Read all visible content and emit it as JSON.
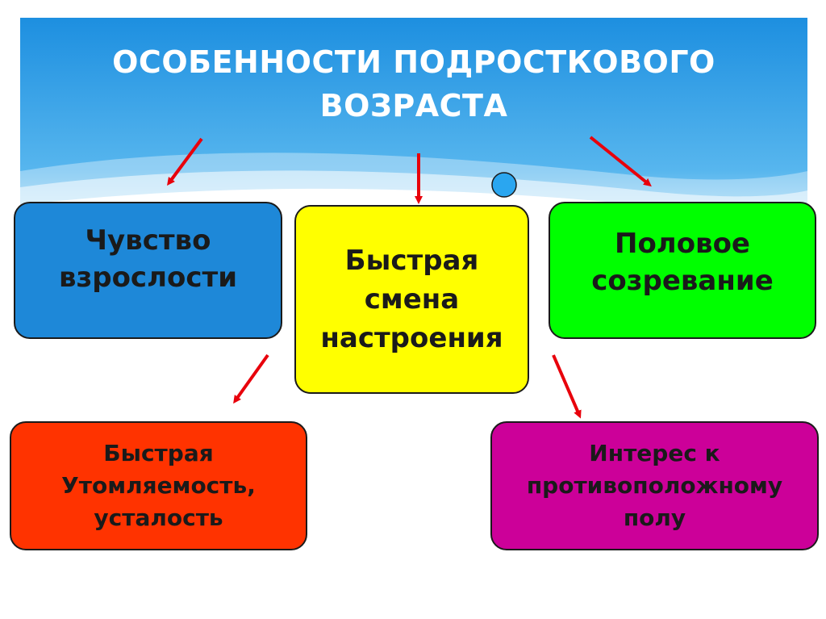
{
  "title": {
    "line1": "ОСОБЕННОСТИ ПОДРОСТКОВОГО",
    "line2": "ВОЗРАСТА"
  },
  "nodes": [
    {
      "lines": [
        "Чувство",
        "взрослости"
      ],
      "color": "#1e88d8"
    },
    {
      "lines": [
        "Быстрая",
        "смена",
        "настроения"
      ],
      "color": "#ffff00"
    },
    {
      "lines": [
        "Половое",
        "созревание"
      ],
      "color": "#00ff00"
    },
    {
      "lines": [
        "Быстрая",
        "Утомляемость,",
        "усталость"
      ],
      "color": "#ff3300"
    },
    {
      "lines": [
        "Интерес к",
        "противоположному",
        "полу"
      ],
      "color": "#cc0099"
    }
  ],
  "colors": {
    "arrow": "#e8000b",
    "sky_top": "#1d8fe0",
    "sky_bottom": "#8fd0f5",
    "circle": "#2aa6f0"
  }
}
